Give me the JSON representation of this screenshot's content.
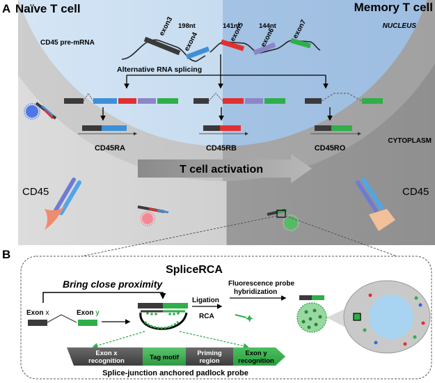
{
  "panel_a": {
    "letter": "A",
    "naive_title": "Naïve  T cell",
    "memory_title": "Memory T cell",
    "nucleus_label": "NUCLEUS",
    "cytoplasm_label": "CYTOPLASM",
    "premrna_label": "CD45 pre-mRNA",
    "exons": {
      "exon3": "exon3",
      "exon4": "exon4",
      "exon5": "exon5",
      "exon6": "exon6",
      "exon7": "exon7"
    },
    "lengths": {
      "exon4": "198nt",
      "exon5": "141nt",
      "exon6": "144nt"
    },
    "splicing_label": "Alternative RNA  splicing",
    "isoforms": {
      "ra": "CD45RA",
      "rb": "CD45RB",
      "ro": "CD45RO"
    },
    "activation_label": "T cell activation",
    "receptor_left": "CD45",
    "receptor_right": "CD45"
  },
  "panel_b": {
    "letter": "B",
    "title": "SpliceRCA",
    "proximity_label": "Bring close proximity",
    "exon_x_word": "Exon ",
    "exon_x_letter": "x",
    "exon_y_word": "Exon ",
    "exon_y_letter": "y",
    "ligation": "Ligation",
    "rca": "RCA",
    "fluor_line1": "Fluorescence probe",
    "fluor_line2": "hybridization",
    "probe_segments": {
      "seg1_line1": "Exon x",
      "seg1_line2": "recognition",
      "seg2": "Tag motif",
      "seg3_line1": "Priming",
      "seg3_line2": "region",
      "seg4_line1": "Exon y",
      "seg4_line2": "recognition"
    },
    "caption": "Splice-junction anchored padlock probe"
  },
  "colors": {
    "exon_dark": "#3a3a3a",
    "exon_blue": "#3f8fd6",
    "exon_red": "#e03030",
    "exon_purple": "#8c86c8",
    "exon_green": "#2fae4a",
    "nucleus_left": "#cfe1f2",
    "nucleus_right": "#a9c7e6",
    "cytoplasm": "#c8c8c8"
  }
}
